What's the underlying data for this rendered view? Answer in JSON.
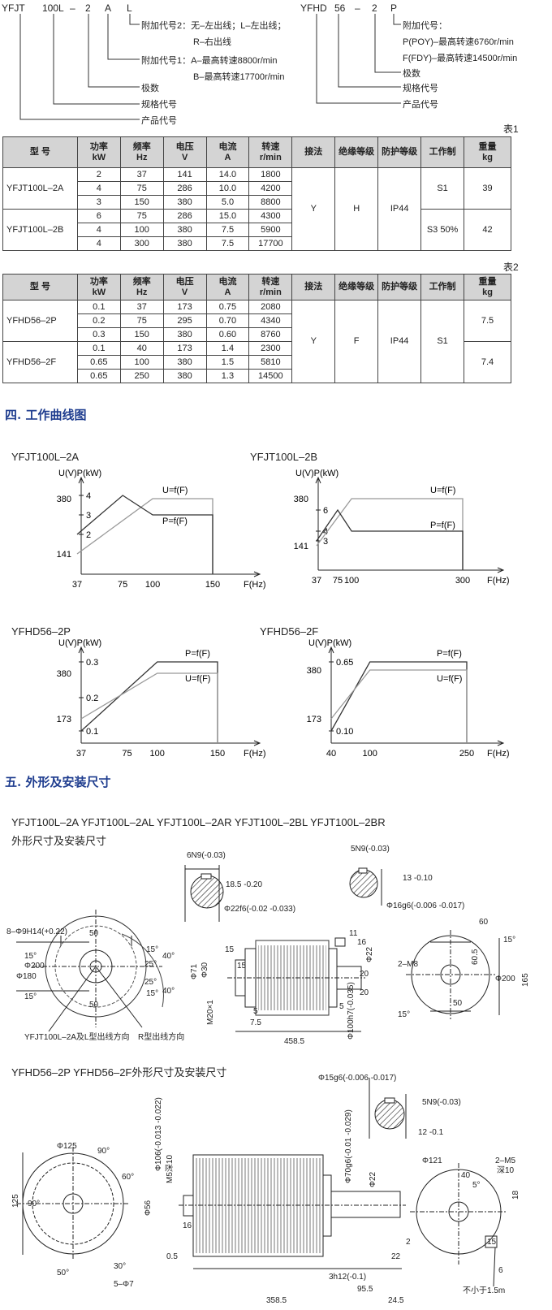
{
  "code_left": {
    "parts": [
      "YFJT",
      "100L",
      "–",
      "2",
      "A",
      "L"
    ],
    "notes": [
      "附加代号2：无–左出线；L–左出线；",
      "R–右出线",
      "附加代号1：A–最高转速8800r/min",
      "B–最高转速17700r/min",
      "极数",
      "规格代号",
      "产品代号"
    ]
  },
  "code_right": {
    "parts": [
      "YFHD",
      "56",
      "–",
      "2",
      "P"
    ],
    "notes": [
      "附加代号：",
      "P(POY)–最高转速6760r/min",
      "F(FDY)–最高转速14500r/min",
      "极数",
      "规格代号",
      "产品代号"
    ]
  },
  "table1": {
    "caption": "表1",
    "headers": [
      [
        "型 号"
      ],
      [
        "功率",
        "kW"
      ],
      [
        "频率",
        "Hz"
      ],
      [
        "电压",
        "V"
      ],
      [
        "电流",
        "A"
      ],
      [
        "转速",
        "r/min"
      ],
      [
        "接法"
      ],
      [
        "绝缘等级"
      ],
      [
        "防护等级"
      ],
      [
        "工作制"
      ],
      [
        "重量",
        "kg"
      ]
    ],
    "groups": [
      {
        "model": "YFJT100L–2A",
        "duty": "S1",
        "weight": "39",
        "rows": [
          [
            "2",
            "37",
            "141",
            "14.0",
            "1800"
          ],
          [
            "4",
            "75",
            "286",
            "10.0",
            "4200"
          ],
          [
            "3",
            "150",
            "380",
            "5.0",
            "8800"
          ]
        ]
      },
      {
        "model": "YFJT100L–2B",
        "duty": "S3  50%",
        "weight": "42",
        "rows": [
          [
            "6",
            "75",
            "286",
            "15.0",
            "4300"
          ],
          [
            "4",
            "100",
            "380",
            "7.5",
            "5900"
          ],
          [
            "4",
            "300",
            "380",
            "7.5",
            "17700"
          ]
        ]
      }
    ],
    "connection": "Y",
    "insulation": "H",
    "protection": "IP44"
  },
  "table2": {
    "caption": "表2",
    "headers": [
      [
        "型 号"
      ],
      [
        "功率",
        "kW"
      ],
      [
        "频率",
        "Hz"
      ],
      [
        "电压",
        "V"
      ],
      [
        "电流",
        "A"
      ],
      [
        "转速",
        "r/min"
      ],
      [
        "接法"
      ],
      [
        "绝缘等级"
      ],
      [
        "防护等级"
      ],
      [
        "工作制"
      ],
      [
        "重量",
        "kg"
      ]
    ],
    "groups": [
      {
        "model": "YFHD56–2P",
        "weight": "7.5",
        "rows": [
          [
            "0.1",
            "37",
            "173",
            "0.75",
            "2080"
          ],
          [
            "0.2",
            "75",
            "295",
            "0.70",
            "4340"
          ],
          [
            "0.3",
            "150",
            "380",
            "0.60",
            "8760"
          ]
        ]
      },
      {
        "model": "YFHD56–2F",
        "weight": "7.4",
        "rows": [
          [
            "0.1",
            "40",
            "173",
            "1.4",
            "2300"
          ],
          [
            "0.65",
            "100",
            "380",
            "1.5",
            "5810"
          ],
          [
            "0.65",
            "250",
            "380",
            "1.3",
            "14500"
          ]
        ]
      }
    ],
    "connection": "Y",
    "insulation": "F",
    "protection": "IP44",
    "duty": "S1"
  },
  "section4": "四. 工作曲线图",
  "section5": "五. 外形及安装尺寸",
  "chart_data": [
    {
      "type": "line",
      "title": "YFJT100L–2A",
      "ylabel": "U(V)P(kW)",
      "xlabel": "F(Hz)",
      "x_ticks": [
        "37",
        "75",
        "100",
        "150"
      ],
      "u_ticks": [
        "380",
        "141"
      ],
      "p_ticks": [
        "4",
        "3",
        "2"
      ],
      "series": [
        {
          "name": "U=f(F)",
          "x": [
            37,
            100,
            150
          ],
          "y_V": [
            141,
            380,
            380
          ]
        },
        {
          "name": "P=f(F)",
          "x": [
            37,
            75,
            100,
            150
          ],
          "y_kW": [
            2,
            4,
            3,
            3
          ]
        }
      ]
    },
    {
      "type": "line",
      "title": "YFJT100L–2B",
      "ylabel": "U(V)P(kW)",
      "xlabel": "F(Hz)",
      "x_ticks": [
        "37",
        "75",
        "100",
        "300"
      ],
      "u_ticks": [
        "380",
        "141"
      ],
      "p_ticks": [
        "6",
        "4",
        "3"
      ],
      "series": [
        {
          "name": "U=f(F)",
          "x": [
            37,
            100,
            300
          ],
          "y_V": [
            141,
            380,
            380
          ]
        },
        {
          "name": "P=f(F)",
          "x": [
            37,
            75,
            100,
            300
          ],
          "y_kW": [
            3,
            6,
            4,
            4
          ]
        }
      ]
    },
    {
      "type": "line",
      "title": "YFHD56–2P",
      "ylabel": "U(V)P(kW)",
      "xlabel": "F(Hz)",
      "x_ticks": [
        "37",
        "75",
        "100",
        "150"
      ],
      "u_ticks": [
        "380",
        "173"
      ],
      "p_ticks": [
        "0.3",
        "0.2",
        "0.1"
      ],
      "series": [
        {
          "name": "P=f(F)",
          "x": [
            37,
            100,
            150
          ],
          "y_kW": [
            0.1,
            0.3,
            0.3
          ]
        },
        {
          "name": "U=f(F)",
          "x": [
            37,
            100,
            150
          ],
          "y_V": [
            173,
            380,
            380
          ]
        }
      ]
    },
    {
      "type": "line",
      "title": "YFHD56–2F",
      "ylabel": "U(V)P(kW)",
      "xlabel": "F(Hz)",
      "x_ticks": [
        "40",
        "100",
        "250"
      ],
      "u_ticks": [
        "380",
        "173"
      ],
      "p_ticks": [
        "0.65",
        "0.10"
      ],
      "series": [
        {
          "name": "P=f(F)",
          "x": [
            40,
            100,
            250
          ],
          "y_kW": [
            0.1,
            0.65,
            0.65
          ]
        },
        {
          "name": "U=f(F)",
          "x": [
            40,
            100,
            250
          ],
          "y_V": [
            173,
            380,
            380
          ]
        }
      ]
    }
  ],
  "dims1": {
    "models": "YFJT100L–2A  YFJT100L–2AL  YFJT100L–2AR  YFJT100L–2BL  YFJT100L–2BR",
    "title": "外形尺寸及安装尺寸",
    "key_left": "6N9(-0.03)",
    "key_left_depth": "18.5 -0.20",
    "shaft_left": "Φ22f6(-0.02 -0.033)",
    "key_right": "5N9(-0.03)",
    "key_right_depth": "13 -0.10",
    "shaft_right": "Φ16g6(-0.006 -0.017)",
    "holes": "8–Φ9H14(+0.22)",
    "d200": "Φ200",
    "d180": "Φ180",
    "w50": "50",
    "a15": "15°",
    "a25": "25°",
    "a40": "40°",
    "dir_left": "YFJT100L–2A及L型出线方向",
    "dir_right": "R型出线方向",
    "len": "458.5",
    "d71": "Φ71",
    "d30": "Φ30",
    "d22": "Φ22",
    "m20": "M20×1",
    "d100h7": "Φ100h7(-0.035)",
    "n15": "15",
    "n11": "11",
    "n16": "16",
    "n20": "20",
    "n5": "5",
    "n7_5": "7.5",
    "r_w60": "60",
    "r_m8": "2–M8",
    "r_60_5": "60.5",
    "r_165": "165",
    "r_200": "Φ200",
    "r_50": "50",
    "r_15": "15°"
  },
  "dims2": {
    "title": "YFHD56–2P  YFHD56–2F外形尺寸及安装尺寸",
    "shaft": "Φ15g6(-0.006 -0.017)",
    "key": "5N9(-0.03)",
    "key_depth": "12 -0.1",
    "d125": "Φ125",
    "n125": "125",
    "a90": "90°",
    "a60": "60°",
    "a50": "50°",
    "a30": "30°",
    "holes": "5–Φ7",
    "d106": "Φ106(-0.013 -0.022)",
    "m5": "M5深10",
    "d56": "Φ56",
    "n16": "16",
    "n0_5": "0.5",
    "d70": "Φ70g6(-0.01 -0.029)",
    "d22": "Φ22",
    "n2": "2",
    "n22": "22",
    "h3": "3h12(-0.1)",
    "l358": "358.5",
    "l95": "95.5",
    "l24": "24.5",
    "d121": "Φ121",
    "r_m5": "2–M5",
    "r_depth": "深10",
    "n40": "40",
    "a5": "5°",
    "n18": "18",
    "n6": "6",
    "n15": "15",
    "cable": "不小于1.5m"
  }
}
